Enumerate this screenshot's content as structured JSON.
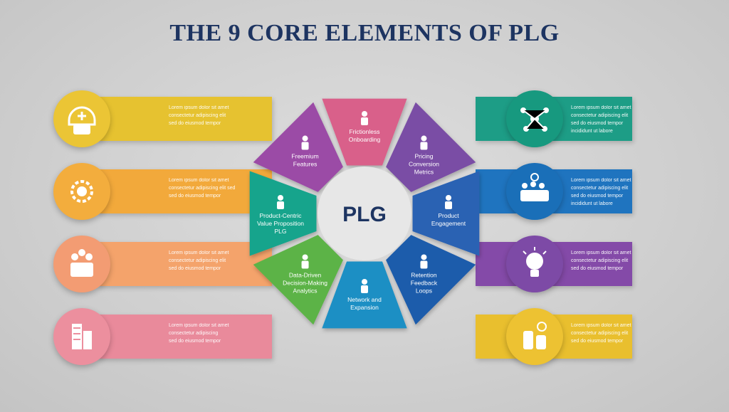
{
  "title": "THE 9 CORE ELEMENTS OF PLG",
  "center_label": "PLG",
  "segments": [
    {
      "label": [
        "Frictionless",
        "Onboarding"
      ],
      "color": "#d9618a",
      "icon": "person-icon"
    },
    {
      "label": [
        "Pricing",
        "Conversion",
        "Metrics"
      ],
      "color": "#7a4ea5",
      "icon": "group-icon"
    },
    {
      "label": [
        "Product",
        "Engagement"
      ],
      "color": "#2a62b3",
      "icon": "people-icon"
    },
    {
      "label": [
        "Retention",
        "Feedback",
        "Loops"
      ],
      "color": "#1f5cab",
      "icon": "team-icon"
    },
    {
      "label": [
        "Network and",
        "Expansion"
      ],
      "color": "#1d8fc4",
      "icon": "community-icon"
    },
    {
      "label": [
        "Data-Driven",
        "Decision-Making",
        "Analytics"
      ],
      "color": "#5bb346",
      "icon": "gear-icon"
    },
    {
      "label": [
        "Product-Centric",
        "Value Proposition",
        "PLG"
      ],
      "color": "#19a48c",
      "icon": "user-icon"
    },
    {
      "label": [
        "Freemium",
        "Features"
      ],
      "color": "#9b4ba6",
      "icon": "pair-icon"
    }
  ],
  "left_cards": [
    {
      "text": "Lorem ipsum dolor sit amet\nconsectetur adipiscing elit\nsed do eiusmod tempor",
      "color": "#e6c230",
      "circle": "#ebc535",
      "icon": "helmet-icon"
    },
    {
      "text": "Lorem ipsum dolor sit amet\nconsectetur adipiscing elit sed\nsed do eiusmod tempor",
      "color": "#f2a93b",
      "circle": "#f3ad3d",
      "icon": "gear-icon"
    },
    {
      "text": "Lorem ipsum dolor sit amet\nconsectetur adipiscing elit\nsed do eiusmod tempor",
      "color": "#f4a36b",
      "circle": "#f39c73",
      "icon": "team-icon"
    },
    {
      "text": "Lorem ipsum dolor sit amet\nconsectetur adipiscing\nsed do eiusmod tempor",
      "color": "#e98a9b",
      "circle": "#ec8f9e",
      "icon": "building-icon"
    }
  ],
  "right_cards": [
    {
      "text": "Lorem ipsum dolor sit amet\nconsectetur adipiscing elit\nsed do eiusmod tempor\nincididunt ut labore",
      "color": "#1d9d86",
      "circle": "#17997f",
      "icon": "network-icon"
    },
    {
      "text": "Lorem ipsum dolor sit amet\nconsectetur adipiscing elit\nsed do eiusmod tempor\nincididunt ut labore",
      "color": "#1f74bf",
      "circle": "#1a6fb8",
      "icon": "crowd-icon"
    },
    {
      "text": "Lorem ipsum dolor sit amet\nconsectetur adipiscing elit\nsed do eiusmod tempor",
      "color": "#844aa8",
      "circle": "#7d4aa6",
      "icon": "bulb-icon"
    },
    {
      "text": "Lorem ipsum dolor sit amet\nconsectetur adipiscing elit\nsed do eiusmod tempor",
      "color": "#e9bf2e",
      "circle": "#edc232",
      "icon": "coins-icon"
    }
  ]
}
